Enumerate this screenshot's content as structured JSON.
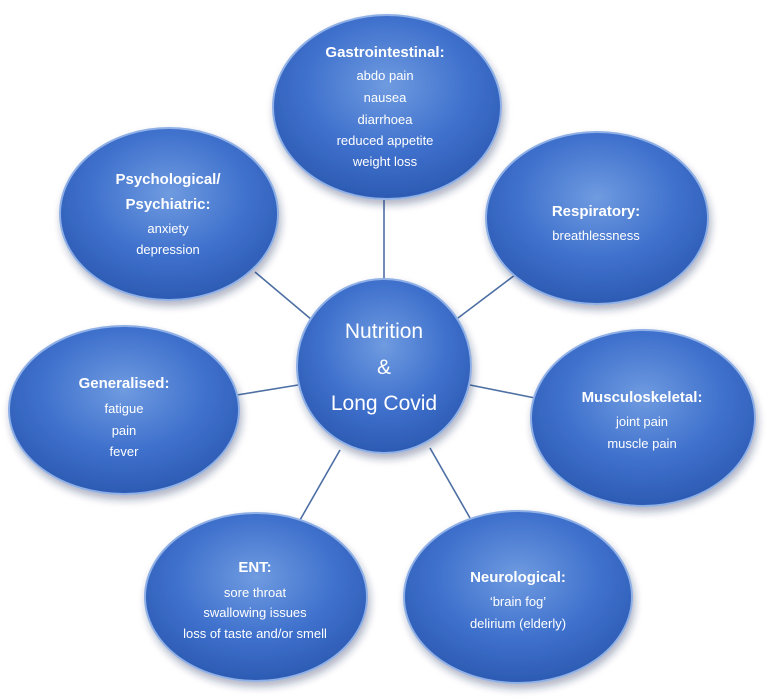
{
  "center": {
    "lines": [
      "Nutrition",
      "&",
      "Long Covid"
    ]
  },
  "nodes": [
    {
      "id": "gastrointestinal",
      "title_lines": [
        "Gastrointestinal:"
      ],
      "items": [
        "abdo pain",
        "nausea",
        "diarrhoea",
        "reduced appetite",
        "weight loss"
      ]
    },
    {
      "id": "respiratory",
      "title_lines": [
        "Respiratory:"
      ],
      "items": [
        "breathlessness"
      ]
    },
    {
      "id": "musculoskeletal",
      "title_lines": [
        "Musculoskeletal:"
      ],
      "items": [
        "joint pain",
        "muscle pain"
      ]
    },
    {
      "id": "neurological",
      "title_lines": [
        "Neurological:"
      ],
      "items": [
        "‘brain fog’",
        "delirium (elderly)"
      ]
    },
    {
      "id": "ent",
      "title_lines": [
        "ENT:"
      ],
      "items": [
        "sore throat",
        "swallowing issues",
        "loss of taste and/or smell"
      ]
    },
    {
      "id": "generalised",
      "title_lines": [
        "Generalised:"
      ],
      "items": [
        "fatigue",
        "pain",
        "fever"
      ]
    },
    {
      "id": "psychological",
      "title_lines": [
        "Psychological/",
        "Psychiatric:"
      ],
      "items": [
        "anxiety",
        "depression"
      ]
    }
  ],
  "colors": {
    "fill_light": "#6f9be0",
    "fill_mid": "#3f71cd",
    "fill_dark": "#2a58b0",
    "edge": "#8fb0e6",
    "connector": "#4d6fa3"
  }
}
